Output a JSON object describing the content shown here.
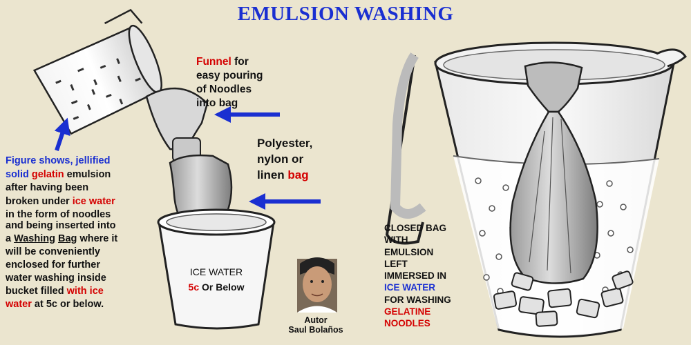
{
  "title": "EMULSION WASHING",
  "funnel_note": {
    "word": "Funnel",
    "rest1": " for",
    "line2": "easy pouring",
    "line3": "of Noodles",
    "line4": "into bag"
  },
  "bag_note": {
    "line1": "Polyester,",
    "line2": "nylon or",
    "line3_pre": "linen ",
    "line3_red": "bag"
  },
  "figure_note": {
    "line1": "Figure shows, jellified",
    "line2_blue": "solid ",
    "line2_red": "gelatin",
    "line2_rest": " emulsion",
    "line3": "after having been",
    "line4_pre": "broken under ",
    "line4_red": "ice water",
    "line5": "in the form of noodles"
  },
  "insert_note": {
    "line1": "and being inserted into",
    "line2_pre": "a ",
    "line2_u1": "Washing",
    "line2_sp": " ",
    "line2_u2": "Bag",
    "line2_post": " where it",
    "line3": "will be conveniently",
    "line4": "enclosed for further",
    "line5": "water washing inside",
    "line6_pre": "bucket   filled ",
    "line6_red": "with ice",
    "line7_red": "water",
    "line7_rest": " at 5c or below."
  },
  "ice_label": {
    "line1": "ICE WATER",
    "line2_red": "5c",
    "line2_rest": " Or Below"
  },
  "closed_note": {
    "l1": "CLOSED BAG",
    "l2": "WITH",
    "l3": "EMULSION",
    "l4": "LEFT",
    "l5": "IMMERSED IN",
    "l6": "ICE WATER",
    "l7": "FOR WASHING",
    "l8": "GELATINE",
    "l9": "NOODLES"
  },
  "author": {
    "line1": "Autor",
    "line2": "Saul Bolaños"
  },
  "colors": {
    "background": "#ebe5cf",
    "title_blue": "#1a2fd1",
    "accent_red": "#d40000",
    "arrow_blue": "#1a2fd1"
  }
}
